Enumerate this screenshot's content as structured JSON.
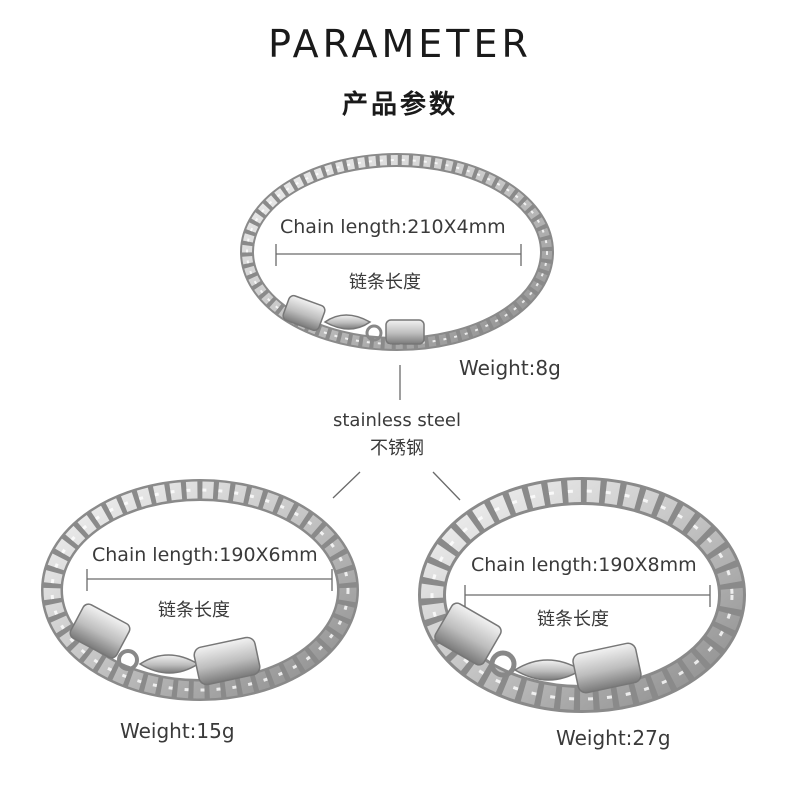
{
  "header": {
    "title": "PARAMETER",
    "subtitle": "产品参数"
  },
  "material": {
    "en": "stainless steel",
    "cn": "不锈钢"
  },
  "items": [
    {
      "chain_length": "Chain length:210X4mm",
      "chain_label_cn": "链条长度",
      "weight": "Weight:8g"
    },
    {
      "chain_length": "Chain length:190X6mm",
      "chain_label_cn": "链条长度",
      "weight": "Weight:15g"
    },
    {
      "chain_length": "Chain length:190X8mm",
      "chain_label_cn": "链条长度",
      "weight": "Weight:27g"
    }
  ],
  "colors": {
    "steel_light": "#e6e6e6",
    "steel_mid": "#b9b9b9",
    "steel_dark": "#7d7d7d",
    "text": "#3a3a3a",
    "line": "#6a6a6a"
  },
  "icons": [
    "bracelet-image"
  ]
}
